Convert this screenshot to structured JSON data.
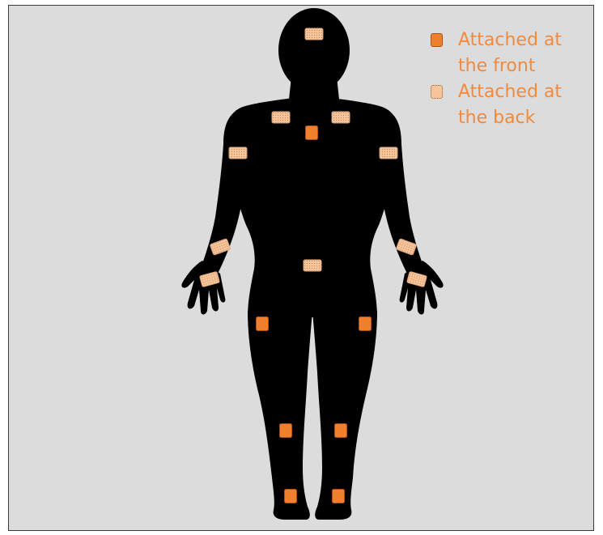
{
  "legend": {
    "front_label": "Attached at the front",
    "back_label": "Attached at the back",
    "text_color": "#f08a3e"
  },
  "colors": {
    "background": "#dcdcdc",
    "silhouette": "#000000",
    "front_marker": "#f07f2e",
    "back_marker": "#f6c59c"
  },
  "sensors": [
    {
      "name": "sensor-head",
      "side": "back"
    },
    {
      "name": "sensor-right-shoulder",
      "side": "back"
    },
    {
      "name": "sensor-left-shoulder",
      "side": "back"
    },
    {
      "name": "sensor-sternum",
      "side": "front"
    },
    {
      "name": "sensor-right-upper-arm",
      "side": "back"
    },
    {
      "name": "sensor-left-upper-arm",
      "side": "back"
    },
    {
      "name": "sensor-right-forearm",
      "side": "back"
    },
    {
      "name": "sensor-left-forearm",
      "side": "back"
    },
    {
      "name": "sensor-pelvis",
      "side": "back"
    },
    {
      "name": "sensor-right-hand",
      "side": "back"
    },
    {
      "name": "sensor-left-hand",
      "side": "back"
    },
    {
      "name": "sensor-right-thigh",
      "side": "front"
    },
    {
      "name": "sensor-left-thigh",
      "side": "front"
    },
    {
      "name": "sensor-right-shin",
      "side": "front"
    },
    {
      "name": "sensor-left-shin",
      "side": "front"
    },
    {
      "name": "sensor-right-foot",
      "side": "front"
    },
    {
      "name": "sensor-left-foot",
      "side": "front"
    }
  ]
}
